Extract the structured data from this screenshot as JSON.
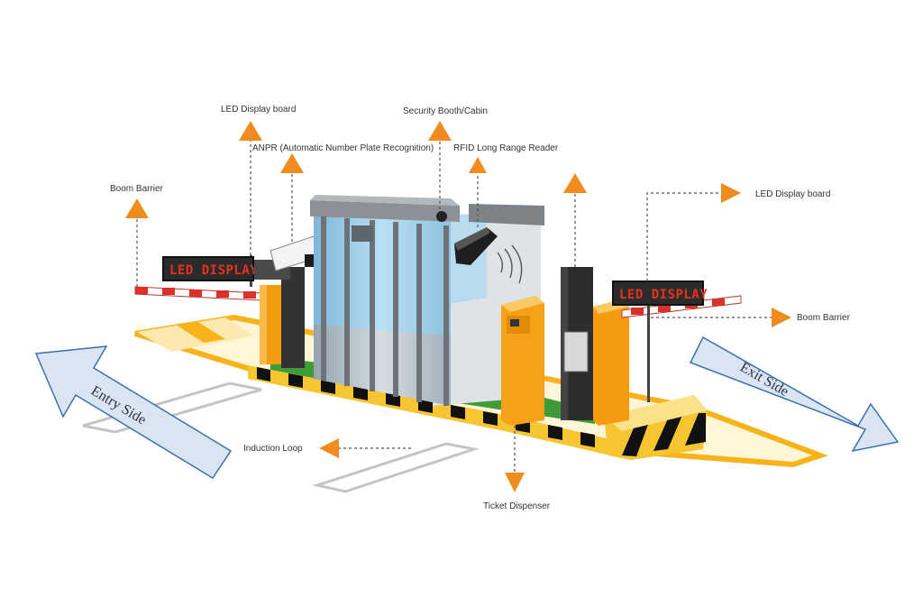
{
  "labels": {
    "led_display_board_left": "LED Display board",
    "security_booth": "Security Booth/Cabin",
    "anpr": "ANPR (Automatic Number Plate Recognition)",
    "rfid_reader": "RFID Long Range Reader",
    "boom_barrier_left": "Boom Barrier",
    "led_display_board_right": "LED Display board",
    "boom_barrier_right": "Boom Barrier",
    "induction_loop": "Induction Loop",
    "ticket_dispenser": "Ticket Dispenser"
  },
  "signs": {
    "led_left": "LED DISPLAY",
    "led_right": "LED DISPLAY"
  },
  "directions": {
    "entry": "Entry Side",
    "exit": "Exit Side"
  },
  "colors": {
    "arrow": "#f08c1e",
    "curb_yellow": "#f7b21c",
    "pillar_orange": "#f59b12",
    "booth_glass": "#a9d3ea",
    "booth_frame": "#8c9197",
    "direction_fill": "#dbe5f1",
    "direction_stroke": "#3b6fb5",
    "led_text": "#e8321e",
    "grass": "#3f9b3a"
  }
}
